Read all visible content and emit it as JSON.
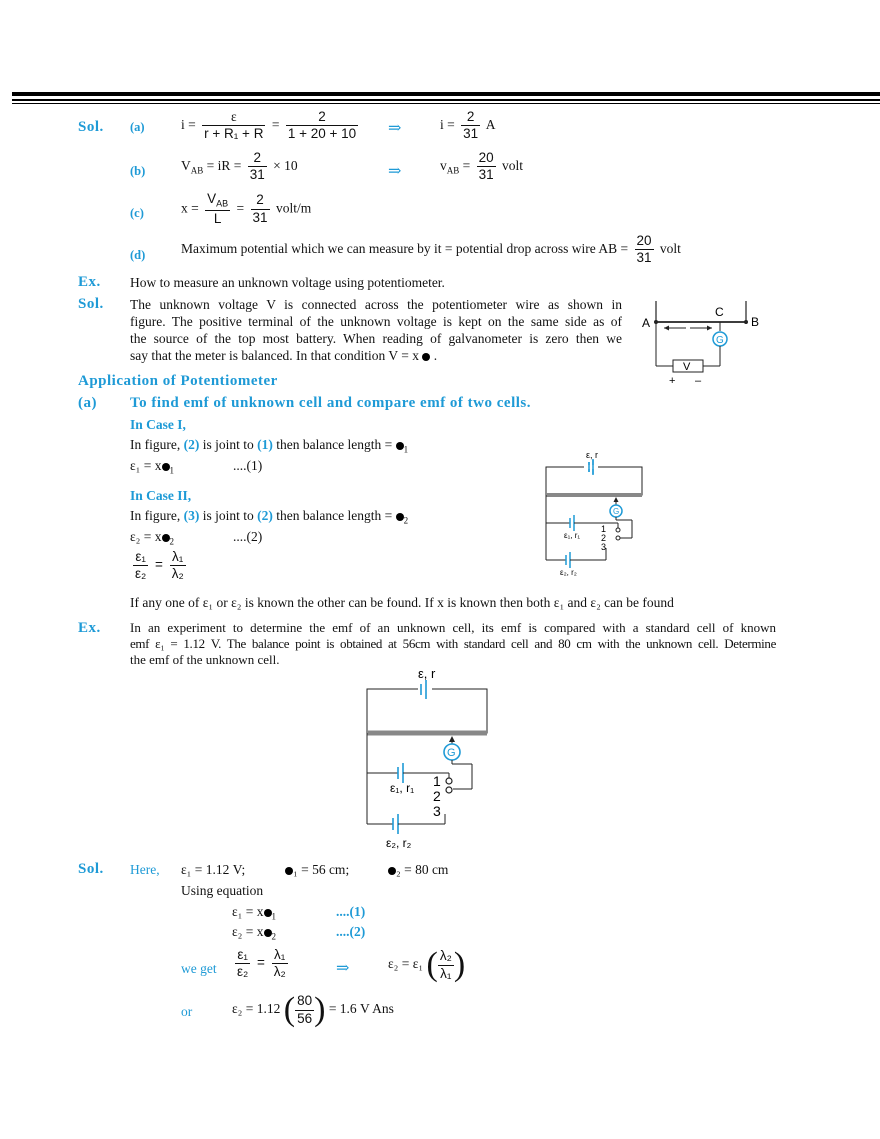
{
  "sol1": {
    "label": "Sol.",
    "a": {
      "tag": "(a)",
      "lhs": "i =",
      "f1_num": "ε",
      "f1_den": "r + R₁ + R",
      "eq": "=",
      "f2_num": "2",
      "f2_den": "1 + 20 + 10",
      "arrow": "⇒",
      "res_lhs": "i =",
      "res_num": "2",
      "res_den": "31",
      "res_unit": "A"
    },
    "b": {
      "tag": "(b)",
      "lhs": "V",
      "lhs_sub": "AB",
      "mid": " = iR =",
      "f_num": "2",
      "f_den": "31",
      "tail": "× 10",
      "arrow": "⇒",
      "res_lhs": "v",
      "res_sub": "AB",
      "res_eq": " =",
      "res_num": "20",
      "res_den": "31",
      "res_unit": "volt"
    },
    "c": {
      "tag": "(c)",
      "lhs": "x =",
      "f1_num": "V",
      "f1_num_sub": "AB",
      "f1_den": "L",
      "eq": "=",
      "f2_num": "2",
      "f2_den": "31",
      "unit": "volt/m"
    },
    "d": {
      "tag": "(d)",
      "text": "Maximum potential which we can measure by it = potential drop across wire AB =",
      "num": "20",
      "den": "31",
      "unit": "volt"
    }
  },
  "ex1": {
    "label": "Ex.",
    "text": "How to measure an unknown voltage using potentiometer."
  },
  "sol2": {
    "label": "Sol.",
    "lines": [
      "The unknown voltage V is connected across the potentiometer wire as shown in",
      "figure. The positive terminal of the unknown voltage is kept on the same side as of",
      "the source of the top most battery. When reading of galvanometer is zero then we"
    ],
    "last": "say that the meter is balanced. In that condition V = x",
    "fig": {
      "A": "A",
      "B": "B",
      "C": "C",
      "G": "G",
      "V": "V",
      "plus": "+",
      "minus": "–"
    }
  },
  "app": {
    "heading": "Application of Potentiometer",
    "a_tag": "(a)",
    "a_title": "To find emf of unknown cell and compare emf of two cells.",
    "case1": "In Case I,",
    "case1_line_a": "In figure, ",
    "case1_p1": "(2)",
    "case1_line_b": " is joint to ",
    "case1_p2": "(1)",
    "case1_line_c": " then balance length = ",
    "case1_eq": "ε₁ = x",
    "case1_ref": "....(1)",
    "case2": "In Case II,",
    "case2_p1": "(3)",
    "case2_p2": "(2)",
    "case2_eq": "ε₂ = x",
    "case2_ref": "....(2)",
    "ratio_l_num": "ε₁",
    "ratio_l_den": "ε₂",
    "ratio_r_num": "λ₁",
    "ratio_r_den": "λ₂",
    "conclusion": "If any one of ε₁ or ε₂ is known the other can be found. If x is known then both ε₁ and ε₂ can be found",
    "fig": {
      "top": "ε, r",
      "g": "G",
      "e1": "ε₁, r₁",
      "e2": "ε₂, r₂",
      "n1": "1",
      "n2": "2",
      "n3": "3"
    }
  },
  "ex2": {
    "label": "Ex.",
    "line1": "In an experiment to determine the emf of an unknown cell, its emf is compared with a standard cell of known",
    "line2": "emf ε₁ = 1.12 V. The balance point is obtained at 56cm with standard cell and 80 cm with the unknown cell. Determine",
    "line3": "the emf of the unknown cell.",
    "fig": {
      "top": "ε, r",
      "g": "G",
      "e1": "ε₁, r₁",
      "e2": "ε₂, r₂",
      "n1": "1",
      "n2": "2",
      "n3": "3"
    }
  },
  "sol3": {
    "label": "Sol.",
    "here": "Here,",
    "given1": "ε₁ = 1.12 V;",
    "given2": "₁ = 56 cm;",
    "given3": "₂ = 80 cm",
    "using": "Using equation",
    "eq1": "ε₁ = x",
    "eq1_ref": "....(1)",
    "eq2": "ε₂ = x",
    "eq2_ref": "....(2)",
    "weget": "we get",
    "arrow": "⇒",
    "rhs": "ε₂ = ε₁",
    "or": "or",
    "final_lhs": "ε₂ = 1.12",
    "final_num": "80",
    "final_den": "56",
    "final_rhs": "= 1.6 V Ans"
  }
}
